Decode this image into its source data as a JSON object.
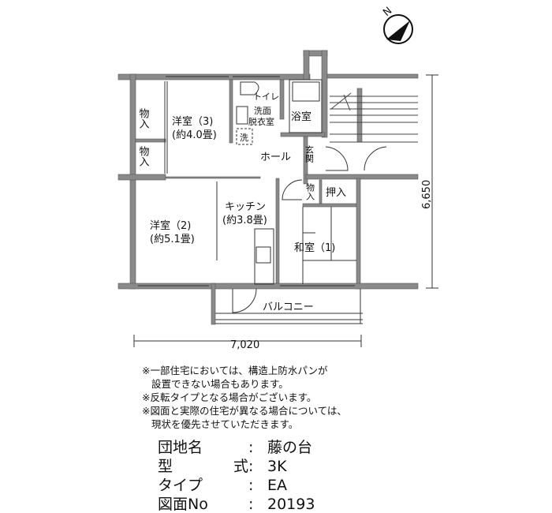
{
  "compass": {
    "label": "N"
  },
  "rooms": {
    "storage_1": "物入",
    "storage_2": "物入",
    "western_3": "洋室（3)",
    "western_3_size": "(約4.0畳)",
    "toilet": "トイレ",
    "washroom_1": "洗面",
    "washroom_2": "脱衣室",
    "washer": "洗",
    "bath": "浴室",
    "hall": "ホール",
    "entrance": "玄関",
    "storage_3": "物入",
    "closet": "押入",
    "kitchen": "キッチン",
    "kitchen_size": "(約3.8畳)",
    "western_2": "洋室（2)",
    "western_2_size": "(約5.1畳)",
    "japanese_1": "和室（1)",
    "balcony": "バルコニー"
  },
  "dimensions": {
    "width": "7,020",
    "depth": "6,650"
  },
  "notes": [
    "※一部住宅においては、構造上防水パンが",
    "設置できない場合もあります。",
    "※反転タイプとなる場合がございます。",
    "※図面と実際の住宅が異なる場合については、",
    "現状を優先させていただきます。"
  ],
  "info": {
    "estate_label": "団地名",
    "estate_value": "藤の台",
    "model_label_1": "型",
    "model_label_2": "式",
    "model_value": "3K",
    "type_label": "タイプ",
    "type_value": "EA",
    "drawing_label": "図面No",
    "drawing_value": "20193",
    "separator": ":"
  }
}
